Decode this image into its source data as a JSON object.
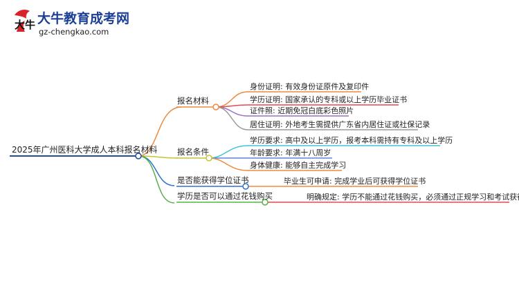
{
  "logo": {
    "title": "大牛教育成考网",
    "url": "gz-chengkao.com",
    "mark_text": "大牛"
  },
  "root": {
    "label": "2025年广州医科大学成人本科报名材料",
    "color": "#1f4e9a"
  },
  "branches": [
    {
      "label": "报名材料",
      "color": "#f0883a",
      "children": [
        {
          "label": "身份证明: 有效身份证原件及复印件",
          "color": "#f0883a"
        },
        {
          "label": "学历证明: 国家承认的专科或以上学历毕业证书",
          "color": "#e8474b"
        },
        {
          "label": "证件照: 近期免冠白底彩色照片",
          "color": "#9a6fc4"
        },
        {
          "label": "居住证明: 外地考生需提供广东省内居住证或社保记录",
          "color": "#9a9a9a"
        }
      ]
    },
    {
      "label": "报名条件",
      "color": "#c7c32d",
      "children": [
        {
          "label": "学历要求: 高中及以上学历，报考本科需持有专科及以上学历",
          "color": "#41c3d6"
        },
        {
          "label": "年龄要求: 年满十八周岁",
          "color": "#5a86d6"
        },
        {
          "label": "身体健康: 能够自主完成学习",
          "color": "#f0883a"
        }
      ]
    },
    {
      "label": "是否能获得学位证书",
      "color": "#2f6fd0",
      "children": [
        {
          "label": "毕业生可申请: 完成学业后可获得学位证书",
          "color": "#f0883a"
        }
      ]
    },
    {
      "label": "学历是否可以通过花钱购买",
      "color": "#59b04a",
      "children": [
        {
          "label": "明确规定: 学历不能通过花钱购买，必须通过正规学习和考试获得",
          "color": "#e8474b"
        }
      ]
    }
  ]
}
